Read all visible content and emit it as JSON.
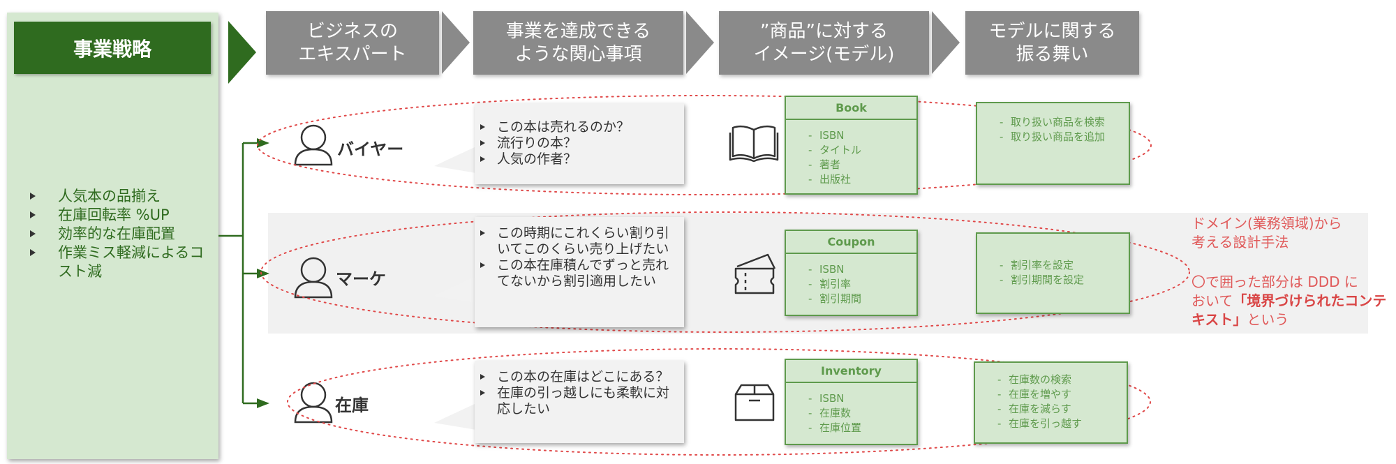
{
  "strategy": {
    "title": "事業戦略",
    "goals": [
      "人気本の品揃え",
      "在庫回転率 %UP",
      "効率的な在庫配置",
      "作業ミス軽減によるコスト減"
    ]
  },
  "headers": [
    "ビジネスの\nエキスパート",
    "事業を達成できる\nような関心事項",
    "”商品”に対する\nイメージ(モデル)",
    "モデルに関する\n振る舞い"
  ],
  "rows": [
    {
      "person": "バイヤー",
      "concerns": [
        "この本は売れるのか？",
        "流行りの本？",
        "人気の作者？"
      ],
      "model": {
        "name": "Book",
        "fields": [
          "ISBN",
          "タイトル",
          "著者",
          "出版社"
        ]
      },
      "behaviors": [
        "取り扱い商品を検索",
        "取り扱い商品を追加"
      ]
    },
    {
      "person": "マーケ",
      "concerns": [
        "この時期にこれくらい割り引いてこのくらい売り上げたい",
        "この本在庫積んでずっと売れてないから割引適用したい"
      ],
      "model": {
        "name": "Coupon",
        "fields": [
          "ISBN",
          "割引率",
          "割引期間"
        ]
      },
      "behaviors": [
        "割引率を設定",
        "割引期間を設定"
      ]
    },
    {
      "person": "在庫",
      "concerns": [
        "この本の在庫はどこにある？",
        "在庫の引っ越しにも柔軟に対応したい"
      ],
      "model": {
        "name": "Inventory",
        "fields": [
          "ISBN",
          "在庫数",
          "在庫位置"
        ]
      },
      "behaviors": [
        "在庫数の検索",
        "在庫を増やす",
        "在庫を減らす",
        "在庫を引っ越す"
      ]
    }
  ],
  "notes": {
    "ddd_line1": "ドメイン(業務領域)から",
    "ddd_line2": "考える設計手法",
    "circle_pre": "〇で囲った部分は DDD に",
    "circle_mid": "おいて",
    "circle_bold": "「境界づけられたコンテキスト」",
    "circle_post": "という"
  },
  "colors": {
    "strategy_green": "#2f6b1f",
    "panel_green": "#d5e8d0",
    "model_border": "#5e9a4c",
    "header_gray": "#8a8a8a",
    "note_red": "#e05a5a",
    "ellipse_red": "#e04848"
  }
}
